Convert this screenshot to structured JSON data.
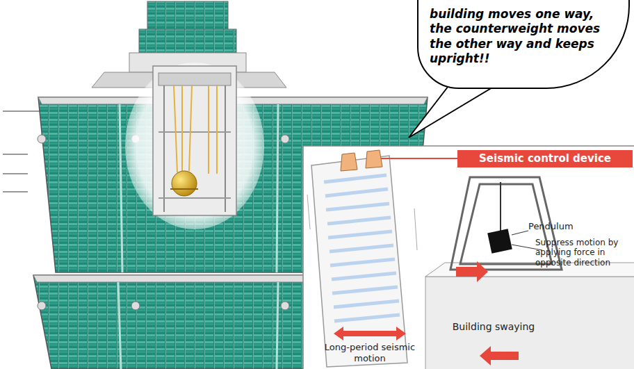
{
  "diagram": {
    "nodes": [
      {
        "text": [
          "building moves one way, the counterweight moves the other way and keeps upright!!"
        ]
      },
      {
        "text": [
          "Seismic control device"
        ]
      }
    ],
    "labels": [
      "Pendulum",
      "Suppress motion by applying force in opposite direction",
      "Long-period seismic motion",
      "Building swaying"
    ]
  }
}
